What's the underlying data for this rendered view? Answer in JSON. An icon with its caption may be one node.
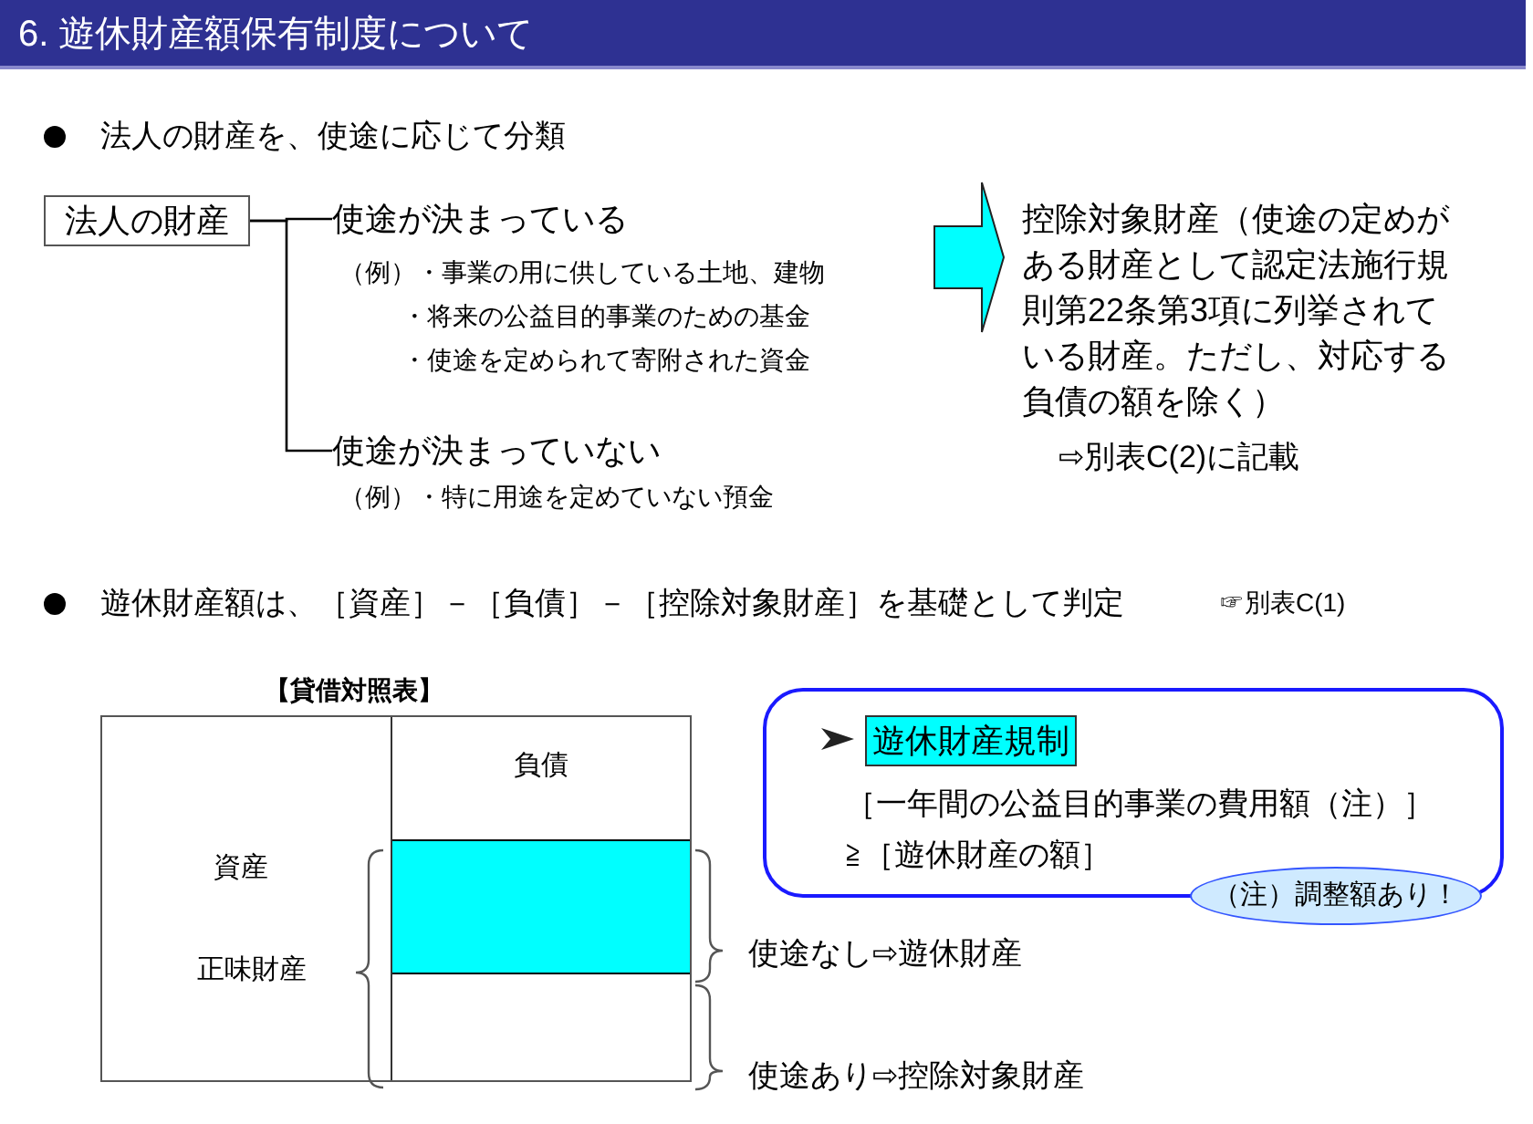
{
  "diagram": {
    "title": "6. 遊休財産額保有制度について",
    "nodes": [
      {
        "text": [
          "法人の財産"
        ]
      },
      {
        "text": [
          "使途が決まっている"
        ],
        "beside": [
          "（例）・事業の用に供している土地、建物",
          "・将来の公益目的事業のための基金",
          "・使途を定められて寄附された資金"
        ]
      },
      {
        "text": [
          "使途が決まっていない"
        ],
        "beside": [
          "（例）・特に用途を定めていない預金"
        ]
      },
      {
        "text": [
          "控除対象財産（使途の定めがある財産として認定法施行規則第22条第3項に列挙されている財産。ただし、対応する負債の額を除く）"
        ],
        "beside": [
          "⇨別表C(2)に記載"
        ]
      },
      {
        "text": [
          "【貸借対照表】"
        ]
      },
      {
        "text": [
          "資産"
        ],
        "in": 4
      },
      {
        "text": [
          "負債"
        ],
        "in": 4
      },
      {
        "text": [],
        "shape": "box",
        "in": 4
      },
      {
        "text": [],
        "shape": "box",
        "in": 4
      },
      {
        "text": [
          "遊休財産規制",
          "［一年間の公益目的事業の費用額（注）］",
          "≧［遊休財産の額］"
        ]
      },
      {
        "text": [
          "（注）調整額あり！"
        ]
      }
    ],
    "edges": [
      {
        "from": 0,
        "to": 1,
        "arrow": "none"
      },
      {
        "from": 0,
        "to": 2,
        "arrow": "none"
      },
      {
        "from": 1,
        "to": 3,
        "arrow": "to",
        "style": "thick",
        "color": "#00ffff"
      }
    ],
    "labels": [
      "法人の財産を、使途に応じて分類",
      "遊休財産額は、［資産］－［負債］－［控除対象財産］を基礎として判定",
      "☞別表C(1)",
      "正味財産",
      "使途なし⇨遊休財産",
      "使途あり⇨控除対象財産"
    ]
  }
}
